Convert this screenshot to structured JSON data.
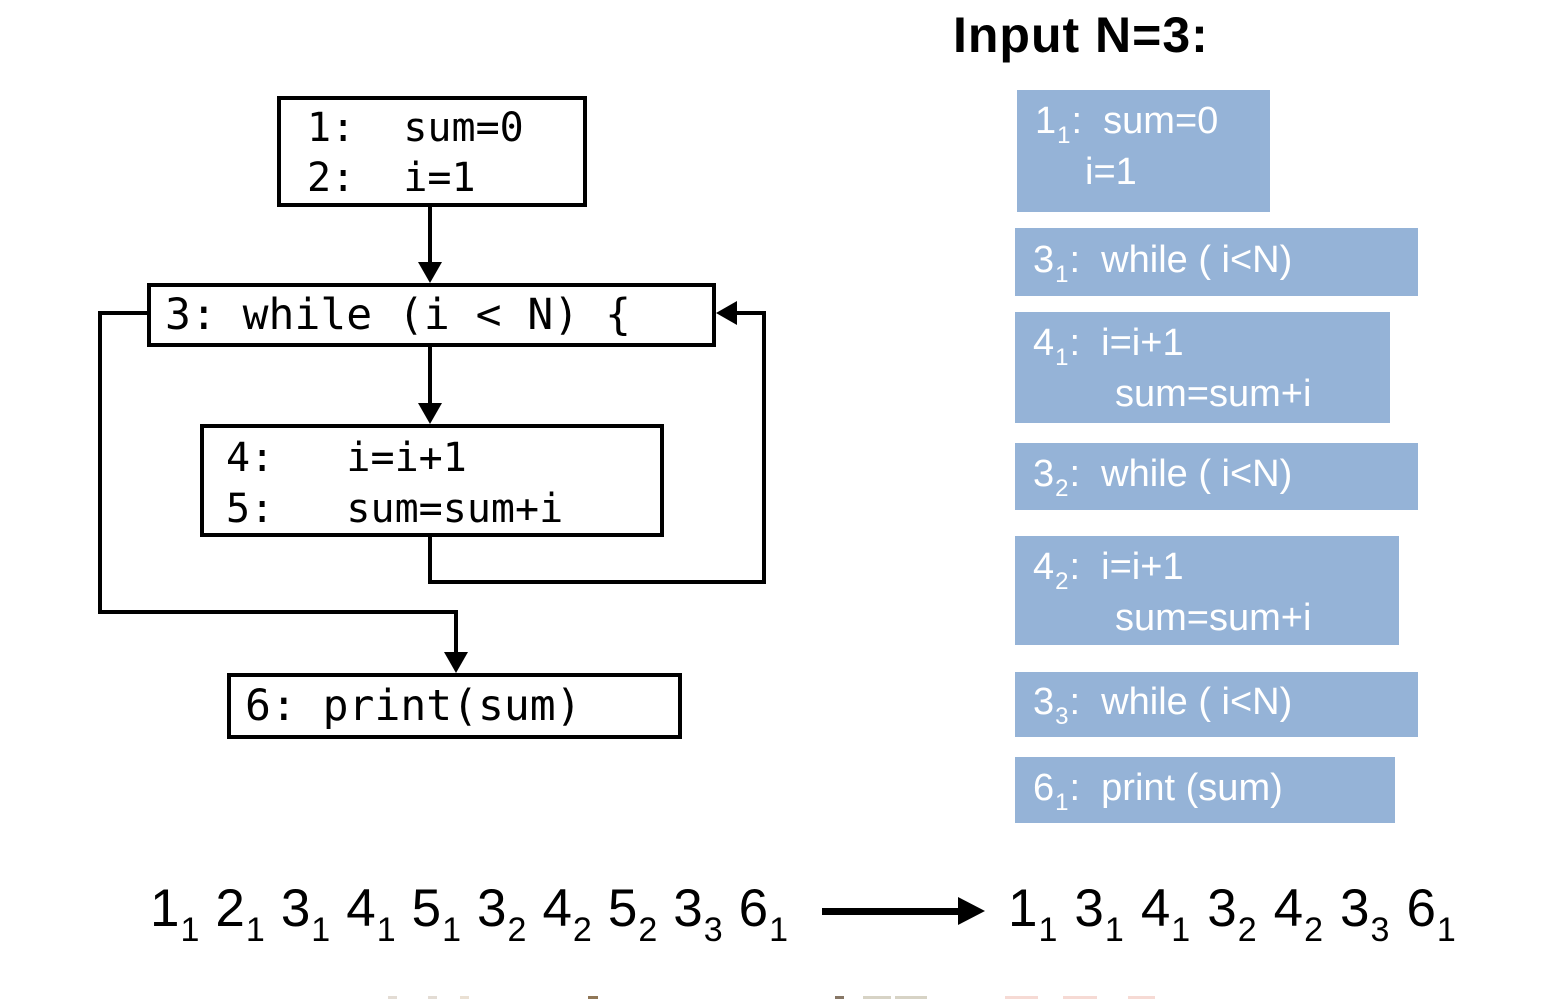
{
  "header": {
    "title": "Input N=3:"
  },
  "flowchart": {
    "nodes": [
      {
        "id": "entry",
        "lines": [
          "1:  sum=0",
          "2:  i=1"
        ]
      },
      {
        "id": "while",
        "lines": [
          "3: while (i < N) {"
        ]
      },
      {
        "id": "body",
        "lines": [
          "4:   i=i+1",
          "5:   sum=sum+i"
        ]
      },
      {
        "id": "print",
        "lines": [
          "6: print(sum)"
        ]
      }
    ],
    "edges": [
      "entry->while",
      "while->body",
      "body->while-loopback",
      "while->print-exit"
    ]
  },
  "trace": {
    "steps": [
      {
        "id": "1",
        "sub": "1",
        "rest": ":  sum=0",
        "line2": "i=1"
      },
      {
        "id": "3",
        "sub": "1",
        "rest": ":  while ( i<N)"
      },
      {
        "id": "4",
        "sub": "1",
        "rest": ":  i=i+1",
        "line2": "sum=sum+i"
      },
      {
        "id": "3",
        "sub": "2",
        "rest": ":  while ( i<N)"
      },
      {
        "id": "4",
        "sub": "2",
        "rest": ":  i=i+1",
        "line2": "sum=sum+i"
      },
      {
        "id": "3",
        "sub": "3",
        "rest": ":  while ( i<N)"
      },
      {
        "id": "6",
        "sub": "1",
        "rest": ":  print (sum)"
      }
    ]
  },
  "sequences": {
    "full": [
      {
        "id": "1",
        "sub": "1"
      },
      {
        "id": "2",
        "sub": "1"
      },
      {
        "id": "3",
        "sub": "1"
      },
      {
        "id": "4",
        "sub": "1"
      },
      {
        "id": "5",
        "sub": "1"
      },
      {
        "id": "3",
        "sub": "2"
      },
      {
        "id": "4",
        "sub": "2"
      },
      {
        "id": "5",
        "sub": "2"
      },
      {
        "id": "3",
        "sub": "3"
      },
      {
        "id": "6",
        "sub": "1"
      }
    ],
    "reduced": [
      {
        "id": "1",
        "sub": "1"
      },
      {
        "id": "3",
        "sub": "1"
      },
      {
        "id": "4",
        "sub": "1"
      },
      {
        "id": "3",
        "sub": "2"
      },
      {
        "id": "4",
        "sub": "2"
      },
      {
        "id": "3",
        "sub": "3"
      },
      {
        "id": "6",
        "sub": "1"
      }
    ]
  },
  "colors": {
    "trace_box_fill": "#95B3D7",
    "trace_box_text": "#FFFFFF",
    "diagram_ink": "#000000"
  }
}
